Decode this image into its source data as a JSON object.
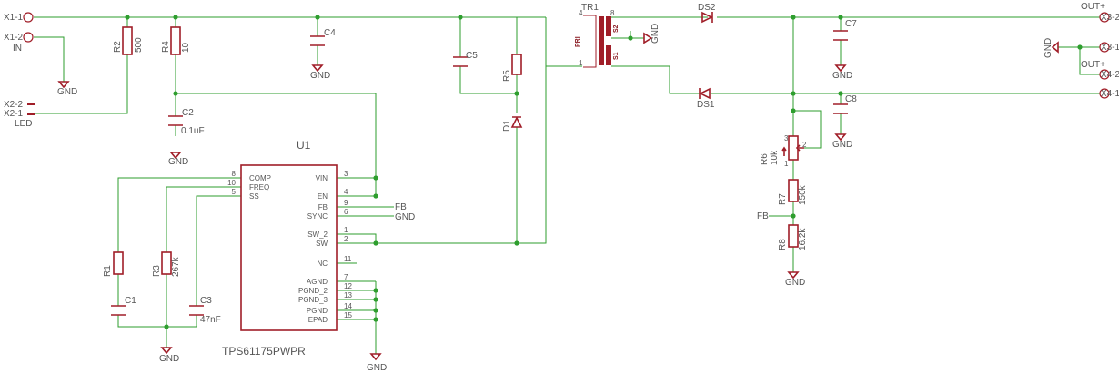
{
  "connectors": {
    "x1_1": "X1-1",
    "x1_2": "X1-2",
    "in": "IN",
    "x2_2": "X2-2",
    "x2_1": "X2-1",
    "led": "LED",
    "x3_2": "X3-2",
    "out_plus_1": "OUT+",
    "x3_1": "X3-1",
    "out_plus_2": "OUT+",
    "x4_2": "X4-2",
    "x4_1": "X4-1"
  },
  "parts": {
    "r2": {
      "name": "R2",
      "value": "500"
    },
    "r4": {
      "name": "R4",
      "value": "10"
    },
    "c4": {
      "name": "C4"
    },
    "c2": {
      "name": "C2",
      "value": "0.1uF"
    },
    "c5": {
      "name": "C5"
    },
    "r5": {
      "name": "R5"
    },
    "d1": {
      "name": "D1"
    },
    "tr1": {
      "name": "TR1",
      "pri": "PRI",
      "s2": "S2",
      "s1": "S1",
      "p4": "4",
      "p8": "8",
      "p1": "1"
    },
    "ds2": {
      "name": "DS2"
    },
    "ds1": {
      "name": "DS1"
    },
    "c7": {
      "name": "C7"
    },
    "c8": {
      "name": "C8"
    },
    "r6": {
      "name": "R6",
      "value": "10k",
      "p1": "1",
      "p2": "2",
      "p3": "3"
    },
    "r7": {
      "name": "R7",
      "value": "150k"
    },
    "r8": {
      "name": "R8",
      "value": "16.2k"
    },
    "r1": {
      "name": "R1"
    },
    "c1": {
      "name": "C1"
    },
    "r3": {
      "name": "R3",
      "value": "267k"
    },
    "c3": {
      "name": "C3",
      "value": "47nF"
    }
  },
  "u1": {
    "ref": "U1",
    "part": "TPS61175PWPR",
    "left_pins": [
      {
        "num": "8",
        "name": "COMP"
      },
      {
        "num": "10",
        "name": "FREQ"
      },
      {
        "num": "5",
        "name": "SS"
      }
    ],
    "right_pins": [
      {
        "num": "3",
        "name": "VIN"
      },
      {
        "num": "4",
        "name": "EN"
      },
      {
        "num": "9",
        "name": "FB"
      },
      {
        "num": "6",
        "name": "SYNC"
      },
      {
        "num": "1",
        "name": "SW_2"
      },
      {
        "num": "2",
        "name": "SW"
      },
      {
        "num": "11",
        "name": "NC"
      },
      {
        "num": "7",
        "name": "AGND"
      },
      {
        "num": "12",
        "name": "PGND_2"
      },
      {
        "num": "13",
        "name": "PGND_3"
      },
      {
        "num": "14",
        "name": "PGND"
      },
      {
        "num": "15",
        "name": "EPAD"
      }
    ]
  },
  "nets": {
    "gnd": "GND",
    "fb": "FB"
  }
}
